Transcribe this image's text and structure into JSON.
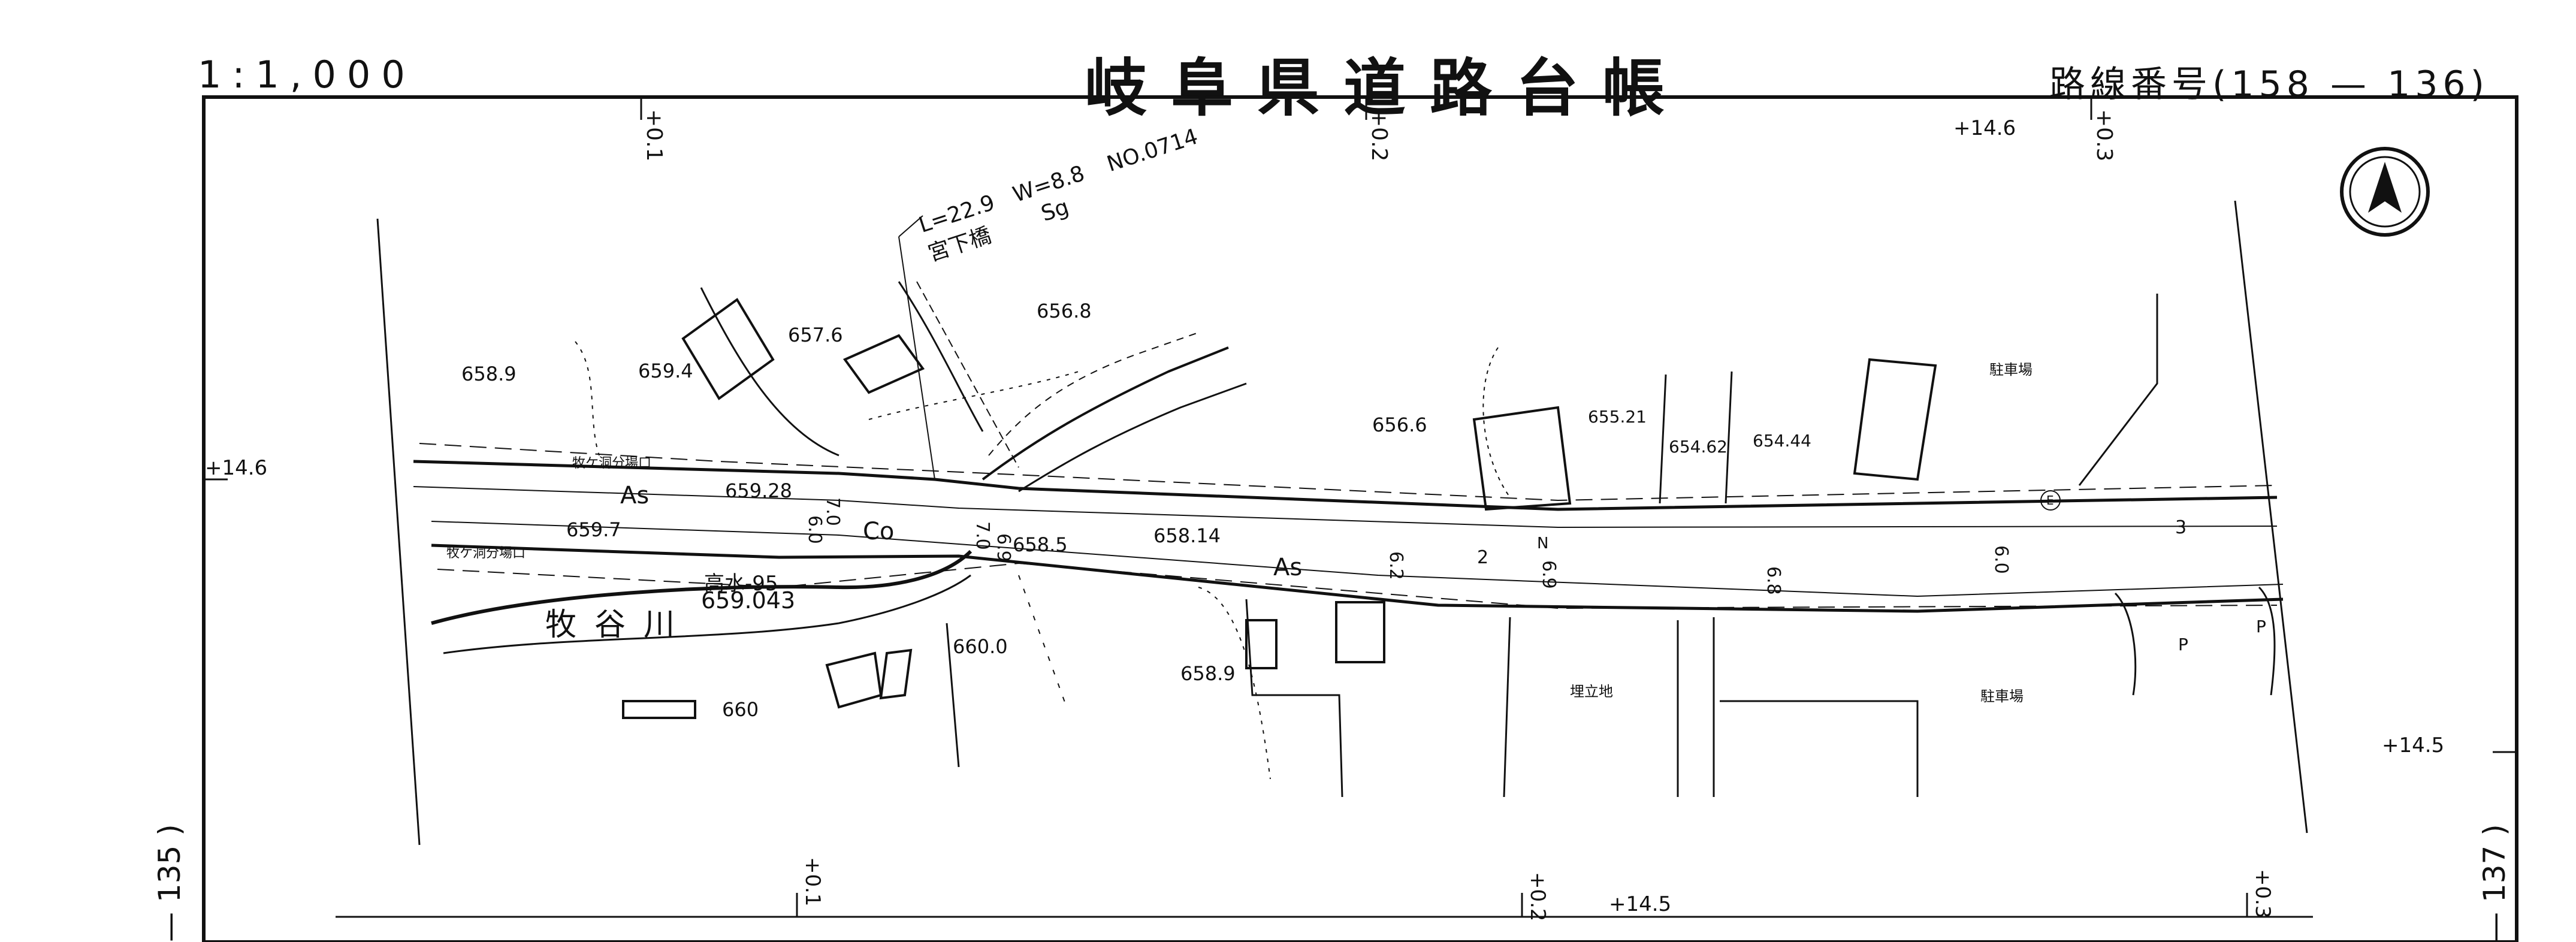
{
  "header": {
    "scale": "1:1,000",
    "title": "岐阜県道路台帳",
    "route_number": "路線番号(158 — 136)"
  },
  "sheet_refs": {
    "left": "— 135 )",
    "right": "— 137 )"
  },
  "stations": [
    "+0.1",
    "+0.2",
    "+0.3",
    "+14.6",
    "+14.6",
    "+14.5",
    "+0.1",
    "+0.2",
    "+14.5",
    "+0.3"
  ],
  "bridge": {
    "name": "宮下橋",
    "length": "L=22.9",
    "width": "W=8.8",
    "type": "Sg",
    "number": "NO.0714"
  },
  "river": {
    "name": "牧谷川",
    "flood_level_label": "高水-95",
    "flood_level_value": "659.043"
  },
  "places": {
    "intake_top": "牧ケ洞分場口",
    "intake_bottom": "牧ケ洞分場口",
    "parking_top": "駐車場",
    "parking_bottom": "駐車場",
    "reclaimed": "埋立地"
  },
  "surfaces": {
    "asphalt_left": "As",
    "asphalt_right": "As",
    "concrete": "Co"
  },
  "elevations": [
    "658.9",
    "659.4",
    "657.6",
    "656.8",
    "656.6",
    "655.21",
    "654.62",
    "654.44",
    "659.28",
    "659.7",
    "658.5",
    "658.14",
    "660.0",
    "658.9",
    "660"
  ],
  "widths": [
    "6.0",
    "7.0",
    "7.0",
    "6.9",
    "6.2",
    "6.9",
    "6.8",
    "6.0"
  ],
  "markers": [
    "2",
    "3",
    "N",
    "P",
    "P",
    "E"
  ],
  "north_arrow": "north",
  "colors": {
    "ink": "#111111",
    "paper": "#ffffff"
  }
}
